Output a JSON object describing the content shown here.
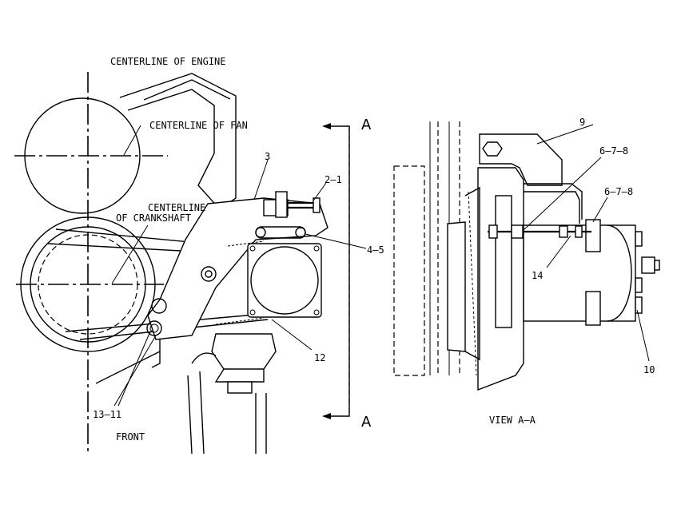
{
  "labels": {
    "centerline_engine": "CENTERLINE OF ENGINE",
    "centerline_fan": "CENTERLINE OF FAN",
    "centerline_crank_1": "CENTERLINE",
    "centerline_crank_2": "OF CRANKSHAFT",
    "front": "FRONT",
    "view": "VIEW A–A",
    "section_top": "A",
    "section_bottom": "A"
  },
  "callouts": {
    "c3": "3",
    "c2_1": "2–1",
    "c4_5": "4–5",
    "c12": "12",
    "c13_11": "13–11",
    "c9": "9",
    "c678_a": "6–7–8",
    "c678_b": "6–7–8",
    "c14": "14",
    "c10": "10"
  }
}
